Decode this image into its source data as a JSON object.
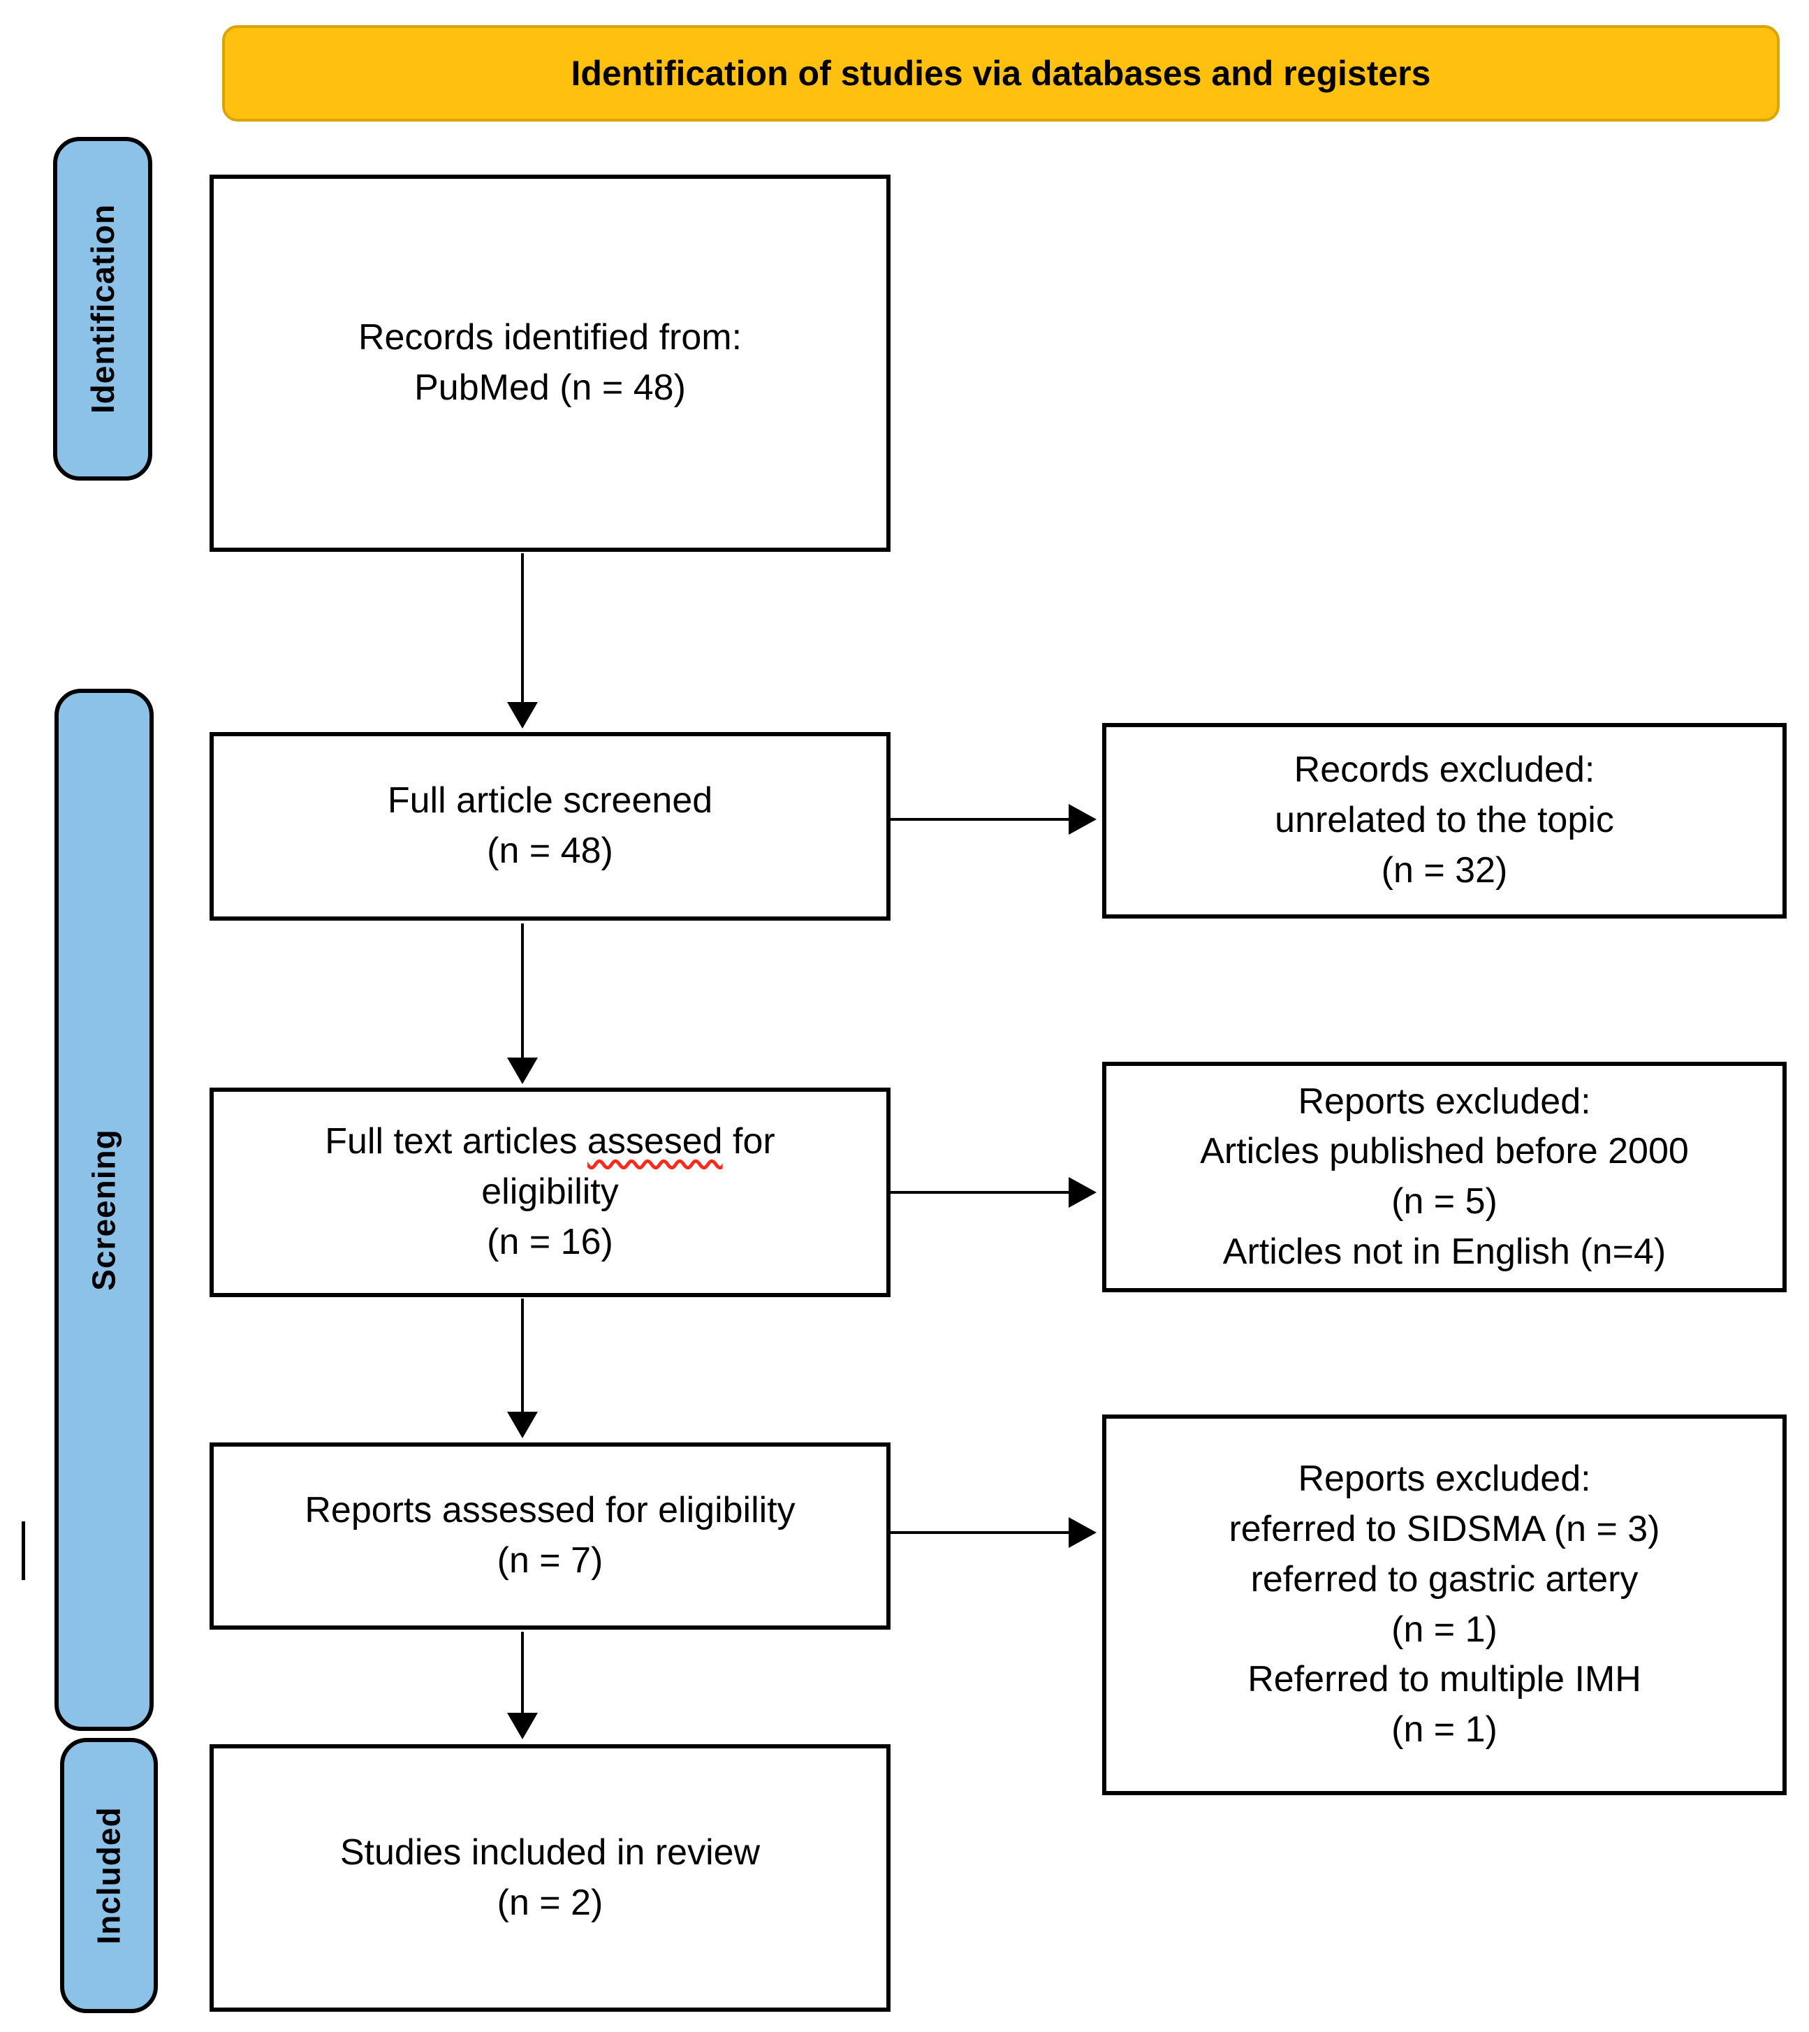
{
  "banner": {
    "label": "Identification of studies via databases and registers"
  },
  "colors": {
    "banner_bg": "#FFC010",
    "banner_border": "#D9A404",
    "sidebar_bg": "#8CC2E8",
    "box_border": "#000000",
    "spellcheck_squiggle": "#FF2A1E"
  },
  "sidebar": {
    "items": [
      {
        "label": "Identification"
      },
      {
        "label": "Screening"
      },
      {
        "label": "Included"
      }
    ]
  },
  "flow_boxes": [
    {
      "lines": [
        "Records identified from:",
        "PubMed (n = 48)"
      ]
    },
    {
      "lines": [
        "Full article screened",
        "(n = 48)"
      ]
    },
    {
      "line1_before": "Full text articles ",
      "line1_misspelled": "assesed",
      "line1_after": " for",
      "lines": [
        "eligibility",
        "(n = 16)"
      ]
    },
    {
      "lines": [
        "Reports assessed for eligibility",
        "(n = 7)"
      ]
    },
    {
      "lines": [
        "Studies included in review",
        "(n = 2)"
      ]
    }
  ],
  "exclusion_boxes": [
    {
      "lines": [
        "Records excluded:",
        "unrelated to the topic",
        "(n = 32)"
      ]
    },
    {
      "lines": [
        "Reports excluded:",
        "Articles published before 2000",
        "(n = 5)",
        "Articles not in English (n=4)"
      ]
    },
    {
      "lines": [
        "Reports excluded:",
        "referred to SIDSMA (n = 3)",
        "referred to gastric artery",
        "(n = 1)",
        "Referred to multiple IMH",
        "(n = 1)"
      ]
    }
  ]
}
